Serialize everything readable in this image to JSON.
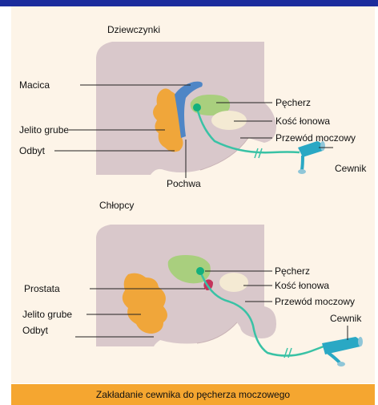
{
  "sections": {
    "girls": {
      "title": "Dziewczynki",
      "labels": {
        "uterus": "Macica",
        "colon": "Jelito grube",
        "anus": "Odbyt",
        "bladder": "Pęcherz",
        "pubic_bone": "Kość łonowa",
        "urethra": "Przewód moczowy",
        "catheter": "Cewnik",
        "vagina": "Pochwa"
      }
    },
    "boys": {
      "title": "Chłopcy",
      "labels": {
        "prostate": "Prostata",
        "colon": "Jelito grube",
        "anus": "Odbyt",
        "bladder": "Pęcherz",
        "pubic_bone": "Kość łonowa",
        "urethra": "Przewód moczowy",
        "catheter": "Cewnik"
      }
    }
  },
  "caption": "Zakładanie cewnika do pęcherza moczowego",
  "colors": {
    "header_bar": "#1b2c9c",
    "panel_background": "#fdf4e8",
    "body": "#d9c8cb",
    "colon": "#f0a63a",
    "bladder": "#a9cf7e",
    "pubic_bone": "#f4ead3",
    "catheter": "#2aa8c4",
    "urethra_tube": "#39c2a5",
    "caption_bar": "#f5a630"
  }
}
